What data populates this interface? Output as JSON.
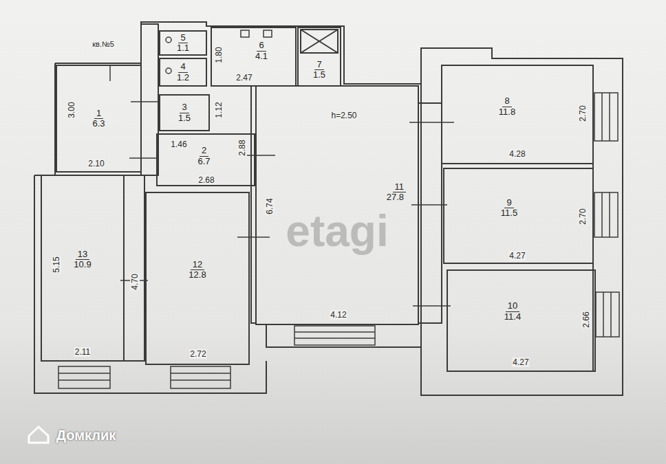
{
  "diagram": {
    "nodes": [
      {
        "text": [
          "1",
          "6.3"
        ]
      },
      {
        "text": [
          "2",
          "6.7"
        ]
      },
      {
        "text": [
          "3",
          "1.5"
        ]
      },
      {
        "text": [
          "4",
          "1.2"
        ]
      },
      {
        "text": [
          "5",
          "1.1"
        ]
      },
      {
        "text": [
          "6",
          "4.1"
        ]
      },
      {
        "text": [
          "7",
          "1.5"
        ]
      },
      {
        "text": [
          "8",
          "11.8"
        ]
      },
      {
        "text": [
          "9",
          "11.5"
        ]
      },
      {
        "text": [
          "10",
          "11.4"
        ]
      },
      {
        "text": [
          "11",
          "27.8"
        ]
      },
      {
        "text": [
          "12",
          "12.8"
        ]
      },
      {
        "text": [
          "13",
          "10.9"
        ]
      }
    ],
    "labels": [
      "кв.№5",
      "3.00",
      "2.10",
      "1.80",
      "2.47",
      "h=2.50",
      "1.12",
      "1.46",
      "2.88",
      "2.68",
      "6.74",
      "4.12",
      "5.15",
      "4.70",
      "2.11",
      "2.72",
      "4.28",
      "2.70",
      "4.27",
      "2.70",
      "4.27",
      "2.66",
      "etagi",
      "Домклик"
    ]
  }
}
